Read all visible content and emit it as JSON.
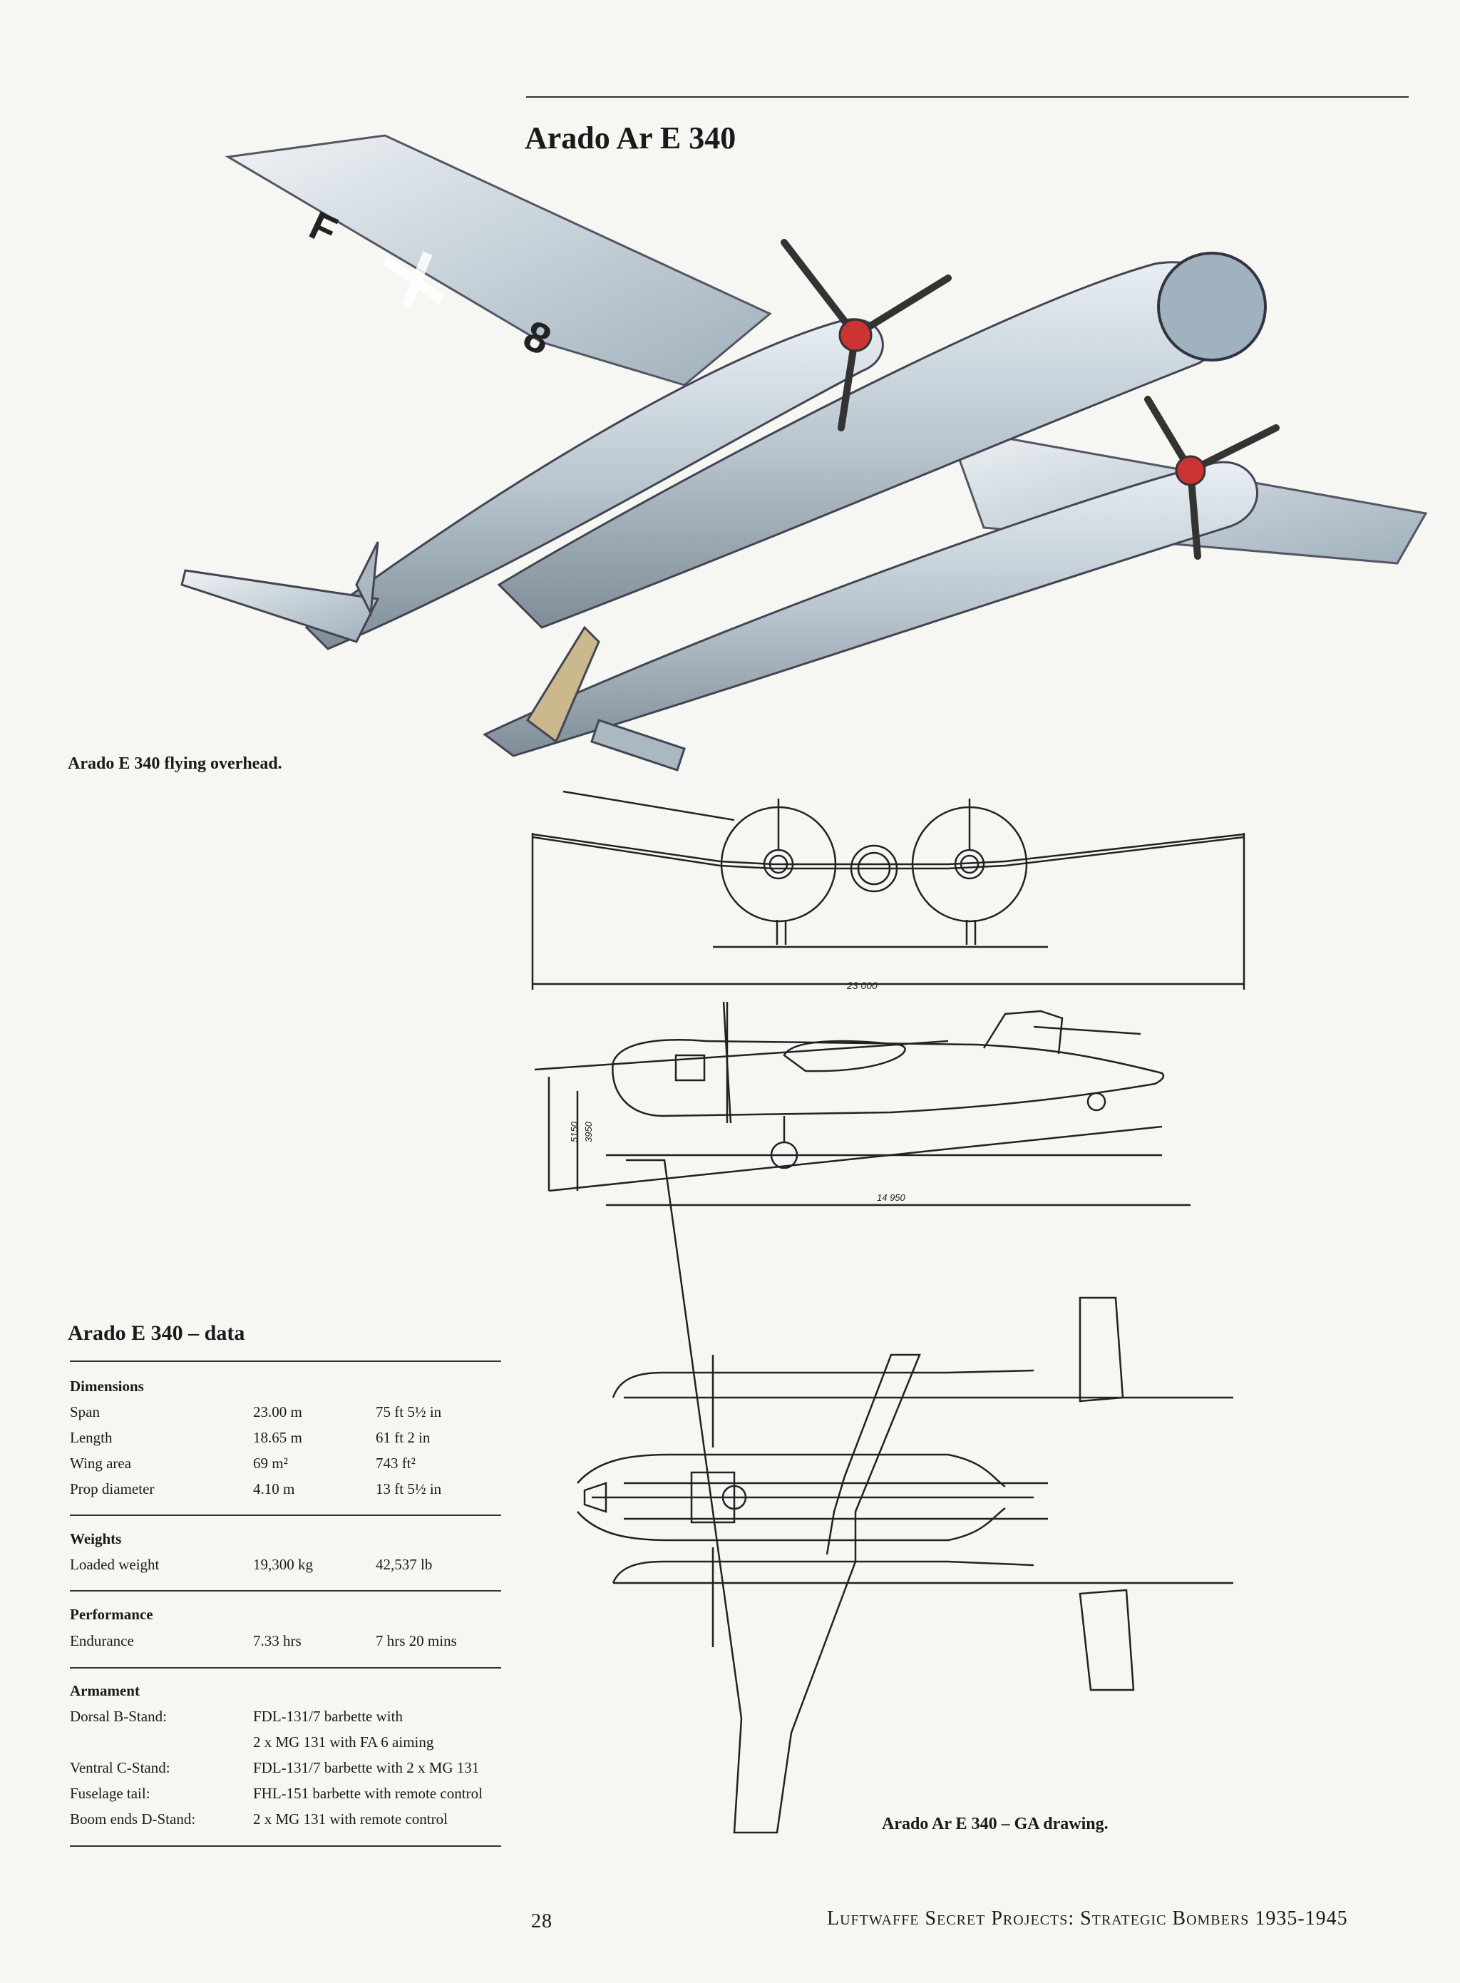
{
  "header": {
    "title": "Arado Ar E 340"
  },
  "illustration": {
    "caption": "Arado E 340 flying overhead.",
    "markings": {
      "code_letter": "F",
      "code_number": "8"
    }
  },
  "ga_drawing": {
    "caption": "Arado Ar E 340 – GA drawing.",
    "dim_span": "23 000",
    "dim_length": "14 950",
    "dim_height_1": "5150",
    "dim_height_2": "3950"
  },
  "data_table": {
    "title": "Arado E 340 – data",
    "sections": {
      "dimensions": {
        "heading": "Dimensions",
        "rows": [
          {
            "label": "Span",
            "metric": "23.00 m",
            "imperial": "75 ft 5½ in"
          },
          {
            "label": "Length",
            "metric": "18.65 m",
            "imperial": "61 ft 2 in"
          },
          {
            "label": "Wing area",
            "metric": "69 m²",
            "imperial": "743 ft²"
          },
          {
            "label": "Prop diameter",
            "metric": "4.10 m",
            "imperial": "13 ft 5½ in"
          }
        ]
      },
      "weights": {
        "heading": "Weights",
        "rows": [
          {
            "label": "Loaded weight",
            "metric": "19,300 kg",
            "imperial": "42,537 lb"
          }
        ]
      },
      "performance": {
        "heading": "Performance",
        "rows": [
          {
            "label": "Endurance",
            "metric": "7.33 hrs",
            "imperial": "7 hrs 20 mins"
          }
        ]
      },
      "armament": {
        "heading": "Armament",
        "rows": [
          {
            "label": "Dorsal B-Stand:",
            "value": "FDL-131/7 barbette with"
          },
          {
            "label": "",
            "value": "2 x MG 131 with FA 6 aiming"
          },
          {
            "label": "Ventral C-Stand:",
            "value": "FDL-131/7 barbette with 2 x MG 131"
          },
          {
            "label": "Fuselage tail:",
            "value": "FHL-151 barbette with remote control"
          },
          {
            "label": "Boom ends D-Stand:",
            "value": "2 x MG 131 with remote control"
          }
        ]
      }
    }
  },
  "footer": {
    "page_number": "28",
    "running_title": "Luftwaffe Secret Projects: Strategic Bombers 1935-1945"
  }
}
